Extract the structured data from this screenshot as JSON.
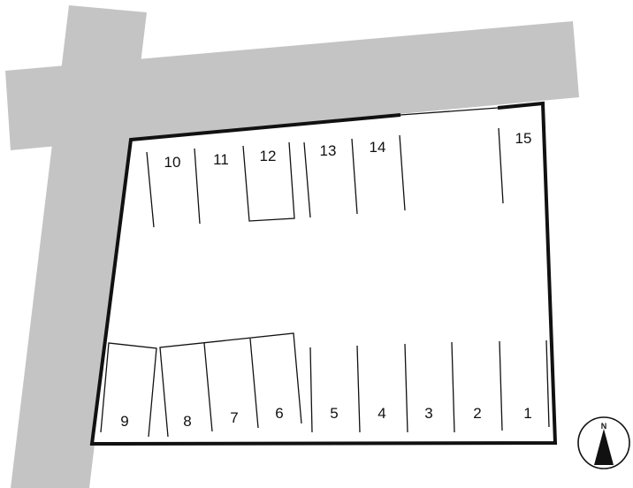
{
  "map": {
    "colors": {
      "road": "#c4c4c4",
      "lot_border": "#111111",
      "lot_fill": "#ffffff"
    },
    "compass": {
      "label": "N",
      "icon": "north-arrow-icon"
    },
    "stalls": [
      {
        "number": "1"
      },
      {
        "number": "2"
      },
      {
        "number": "3"
      },
      {
        "number": "4"
      },
      {
        "number": "5"
      },
      {
        "number": "6"
      },
      {
        "number": "7"
      },
      {
        "number": "8"
      },
      {
        "number": "9"
      },
      {
        "number": "10"
      },
      {
        "number": "11"
      },
      {
        "number": "12"
      },
      {
        "number": "13"
      },
      {
        "number": "14"
      },
      {
        "number": "15"
      }
    ]
  }
}
